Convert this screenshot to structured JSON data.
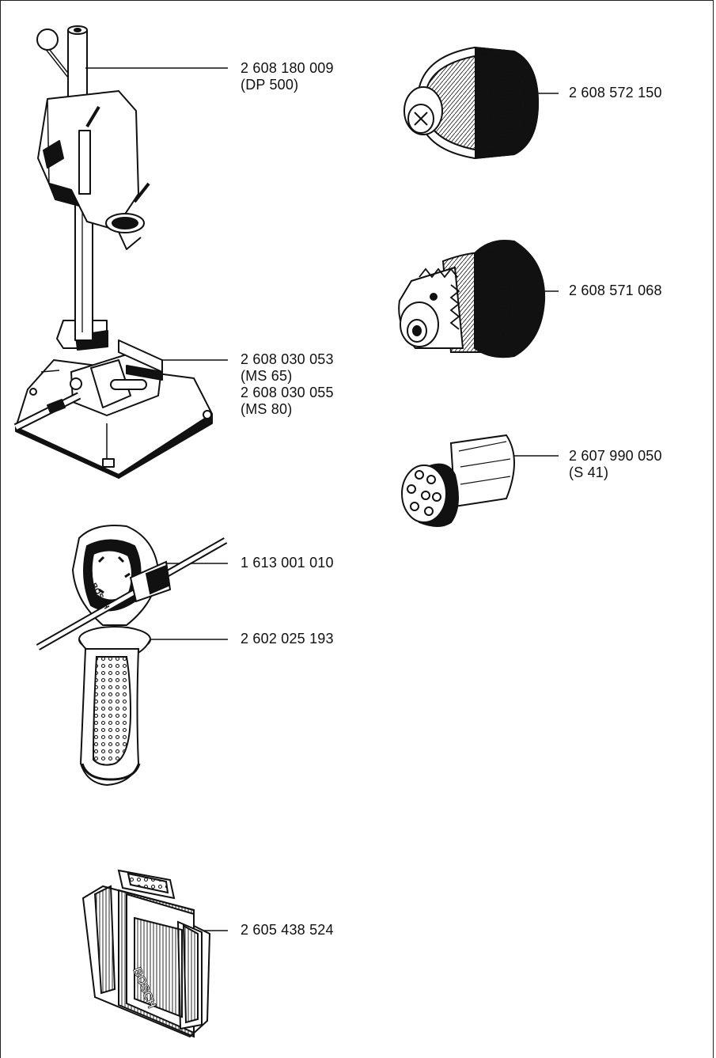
{
  "diagram": {
    "items": [
      {
        "part": "drill-stand",
        "numbers": [
          "2 608 180 009",
          "(DP 500)"
        ]
      },
      {
        "part": "machine-vice",
        "numbers": [
          "2 608 030 053",
          "(MS 65)",
          "2 608 030 055",
          "(MS 80)"
        ]
      },
      {
        "part": "keyless-chuck",
        "numbers": [
          "2 608 572 150"
        ]
      },
      {
        "part": "key-chuck",
        "numbers": [
          "2 608 571 068"
        ]
      },
      {
        "part": "dust-protection-cap",
        "numbers": [
          "2 607 990 050",
          "(S 41)"
        ]
      },
      {
        "part": "depth-stop",
        "numbers": [
          "1 613 001 010"
        ]
      },
      {
        "part": "auxiliary-handle",
        "numbers": [
          "2 602 025 193"
        ]
      },
      {
        "part": "carrying-case",
        "numbers": [
          "2 605 438 524"
        ]
      }
    ],
    "case_brand": "BOSCH",
    "handle_brand": "BOSCH"
  }
}
